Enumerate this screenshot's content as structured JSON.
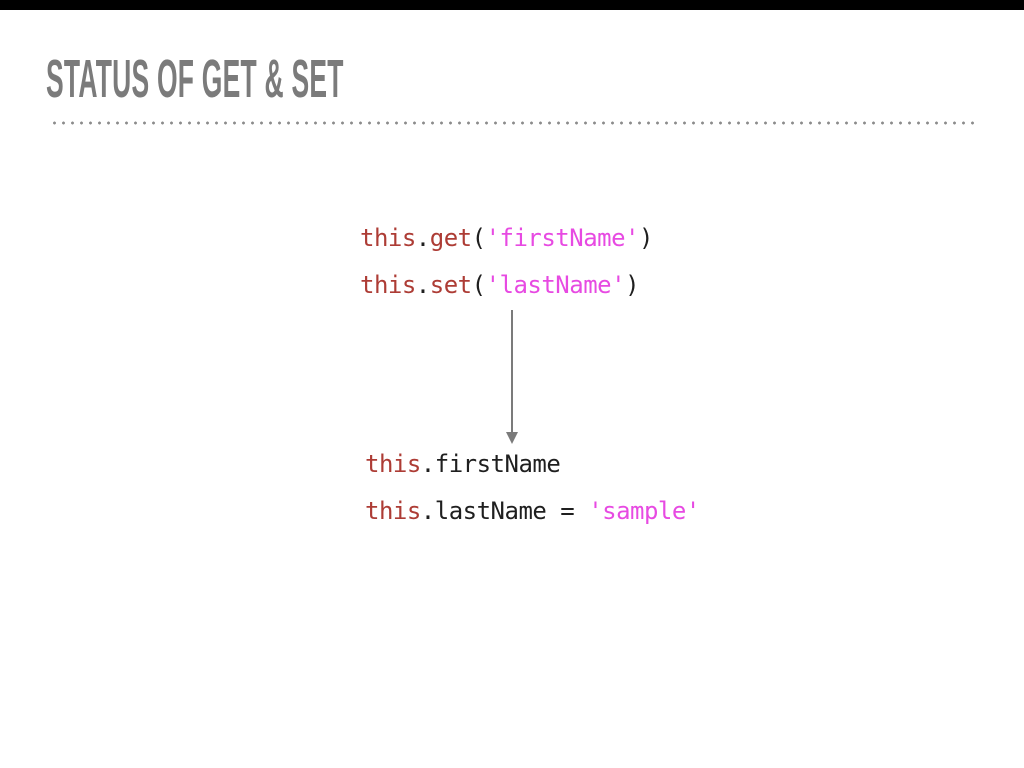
{
  "top_bar": {
    "color": "#000000"
  },
  "title": {
    "text": "STATUS OF GET & SET",
    "color": "#7b7b7b"
  },
  "divider": {
    "style": "dotted",
    "color": "#8c8c8c"
  },
  "code_colors": {
    "accessor": "#ad3c35",
    "string": "#e74ae2",
    "plain": "#1f1f1f"
  },
  "snippet_calls": {
    "lines": [
      [
        {
          "t": "this",
          "c": "accessor"
        },
        {
          "t": ".",
          "c": "plain"
        },
        {
          "t": "get",
          "c": "accessor"
        },
        {
          "t": "(",
          "c": "plain"
        },
        {
          "t": "'firstName'",
          "c": "string"
        },
        {
          "t": ")",
          "c": "plain"
        }
      ],
      [
        {
          "t": "this",
          "c": "accessor"
        },
        {
          "t": ".",
          "c": "plain"
        },
        {
          "t": "set",
          "c": "accessor"
        },
        {
          "t": "(",
          "c": "plain"
        },
        {
          "t": "'lastName'",
          "c": "string"
        },
        {
          "t": ")",
          "c": "plain"
        }
      ]
    ]
  },
  "arrow": {
    "direction": "down",
    "color": "#7b7b7b"
  },
  "snippet_properties": {
    "lines": [
      [
        {
          "t": "this",
          "c": "accessor"
        },
        {
          "t": ".firstName",
          "c": "plain"
        }
      ],
      [
        {
          "t": "this",
          "c": "accessor"
        },
        {
          "t": ".lastName = ",
          "c": "plain"
        },
        {
          "t": "'sample'",
          "c": "string"
        }
      ]
    ]
  }
}
